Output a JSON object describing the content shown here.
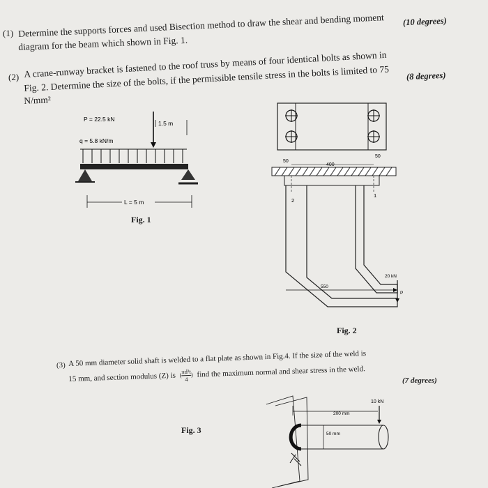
{
  "q1": {
    "number": "(1)",
    "line1": "Determine the supports forces and used Bisection method to draw the shear and bending moment",
    "line2": "diagram for the beam which shown in Fig. 1.",
    "degrees": "(10 degrees)"
  },
  "q2": {
    "number": "(2)",
    "line1": "A crane-runway bracket is fastened to the roof truss by means of four identical bolts as shown in",
    "line2": "Fig. 2. Determine the size of the bolts, if the permissible tensile stress in the bolts is limited to 75",
    "line3": "N/mm²",
    "degrees": "(8 degrees)"
  },
  "q3": {
    "number": "(3)",
    "line1": "A 50 mm diameter solid shaft is welded to a flat plate as shown in Fig.4. If the size of the weld is",
    "line2a": "15 mm, and section modulus (Z) is",
    "formula_num": "πd²t",
    "formula_den": "4",
    "line2b": "find the maximum normal and shear stress in the weld.",
    "degrees": "(7 degrees)"
  },
  "fig1": {
    "p_label": "P = 22.5 kN",
    "dist_label": "1.5 m",
    "q_label": "q = 5.8 kN/m",
    "span_label": "L = 5 m",
    "caption": "Fig. 1"
  },
  "fig2": {
    "dim_50_left": "50",
    "dim_400": "400",
    "dim_50_right": "50",
    "label_2": "2",
    "label_1": "1",
    "load": "20 kN",
    "load_p": "P",
    "dim_550": "550",
    "caption": "Fig. 2"
  },
  "fig3": {
    "load": "10 kN",
    "dim_200": "200 mm",
    "dim_50": "50 mm",
    "caption": "Fig. 3"
  }
}
